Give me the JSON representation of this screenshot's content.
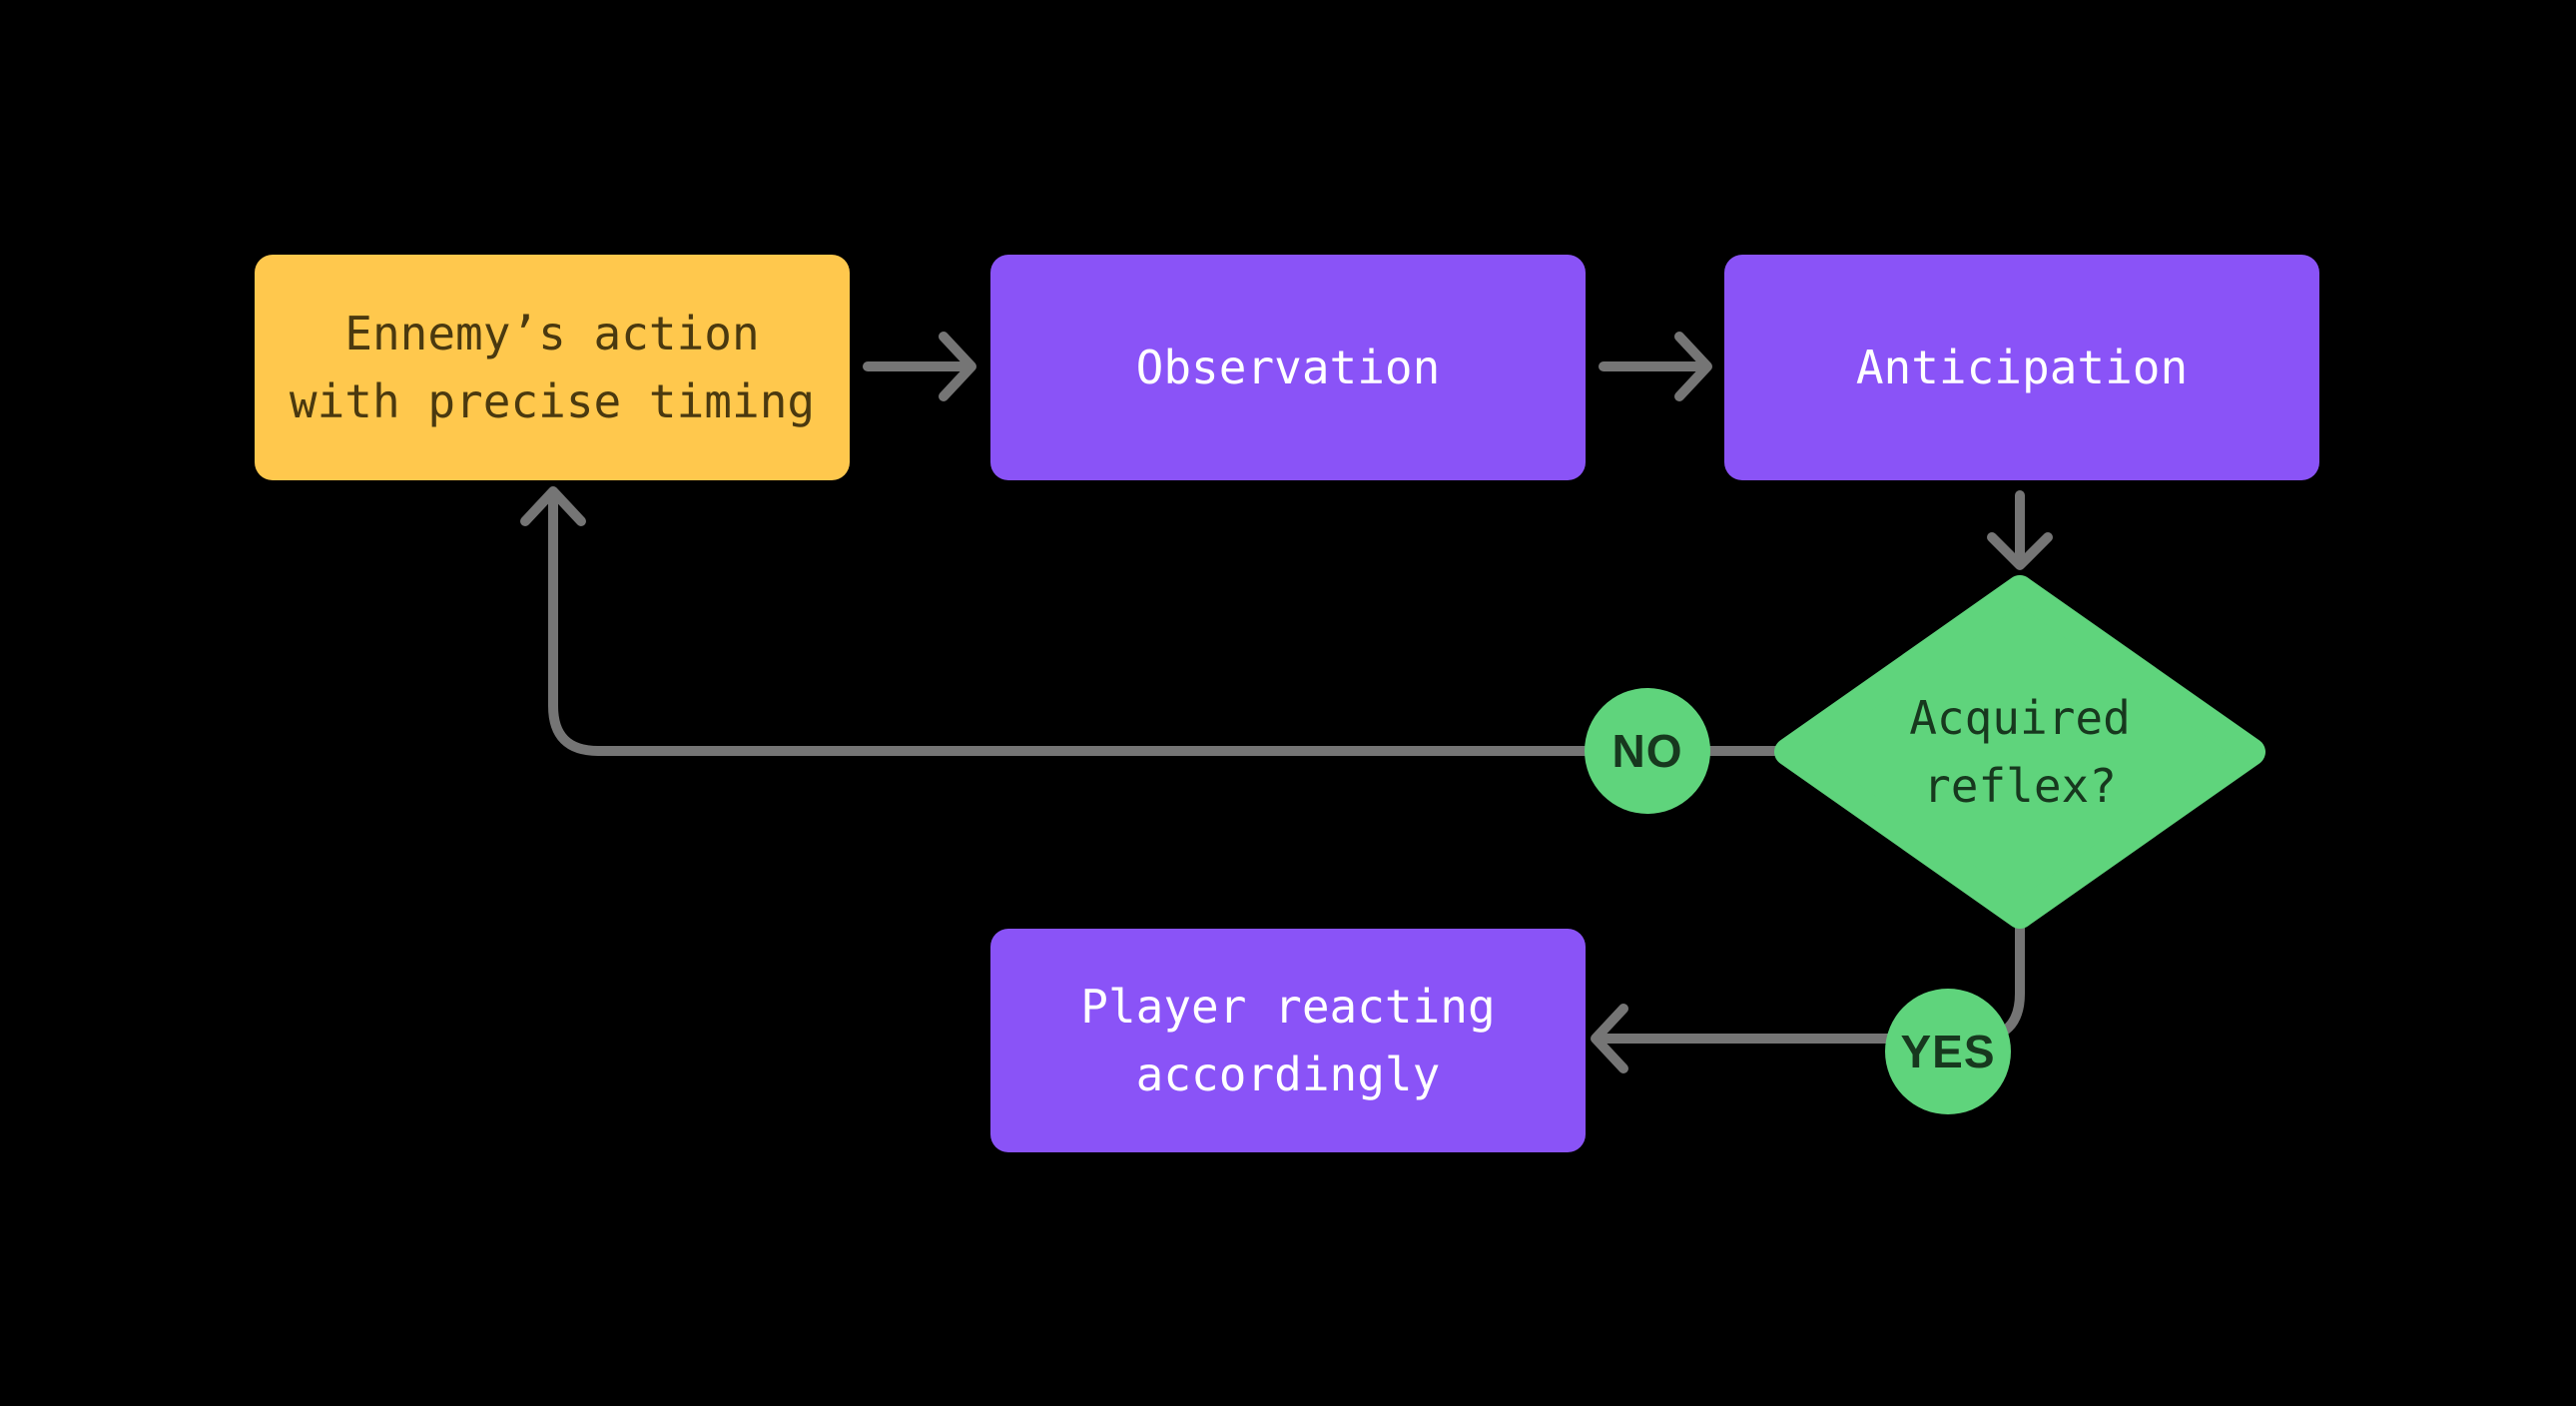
{
  "diagram": {
    "type": "flowchart",
    "background": "#000000"
  },
  "colors": {
    "background": "#000000",
    "connector": "#757575",
    "process_fill": "#8a53f7",
    "process_text": "#ffffff",
    "start_fill": "#ffc84d",
    "start_text": "#4a390f",
    "decision_fill": "#5fd47c",
    "decision_text": "#17381e"
  },
  "nodes": {
    "enemy_action": {
      "line1": "Ennemy’s action",
      "line2": "with precise timing"
    },
    "observation": {
      "label": "Observation"
    },
    "anticipation": {
      "label": "Anticipation"
    },
    "decision": {
      "line1": "Acquired",
      "line2": "reflex?"
    },
    "player": {
      "line1": "Player reacting",
      "line2": "accordingly"
    }
  },
  "edges": [
    {
      "from": "enemy_action",
      "to": "observation",
      "badge": ""
    },
    {
      "from": "observation",
      "to": "anticipation",
      "badge": ""
    },
    {
      "from": "anticipation",
      "to": "decision",
      "badge": ""
    },
    {
      "from": "decision",
      "to": "enemy_action",
      "badge": "NO"
    },
    {
      "from": "decision",
      "to": "player",
      "badge": "YES"
    }
  ]
}
